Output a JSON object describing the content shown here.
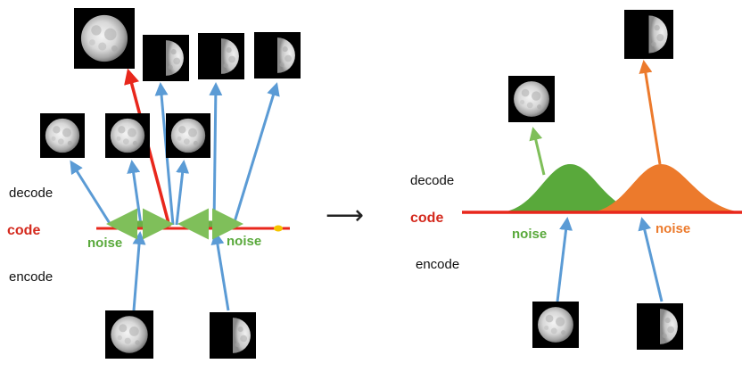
{
  "colors": {
    "arrow_blue": "#5b9bd5",
    "code_red": "#e8271c",
    "noise_green": "#59a93b",
    "noise_orange": "#ec7a2c",
    "arrow_green_light": "#7fbf5a",
    "marker_yellow": "#f5c400",
    "image_bg": "#000000"
  },
  "left_panel": {
    "decode_label": "decode",
    "code_label": "code",
    "encode_label": "encode",
    "noise_left_label": "noise",
    "noise_right_label": "noise"
  },
  "transition_arrow": "⟶",
  "right_panel": {
    "decode_label": "decode",
    "code_label": "code",
    "encode_label": "encode",
    "noise_left_label": "noise",
    "noise_right_label": "noise"
  },
  "icons": {
    "full_moon": "full-moon-icon",
    "half_moon": "half-moon-icon"
  }
}
